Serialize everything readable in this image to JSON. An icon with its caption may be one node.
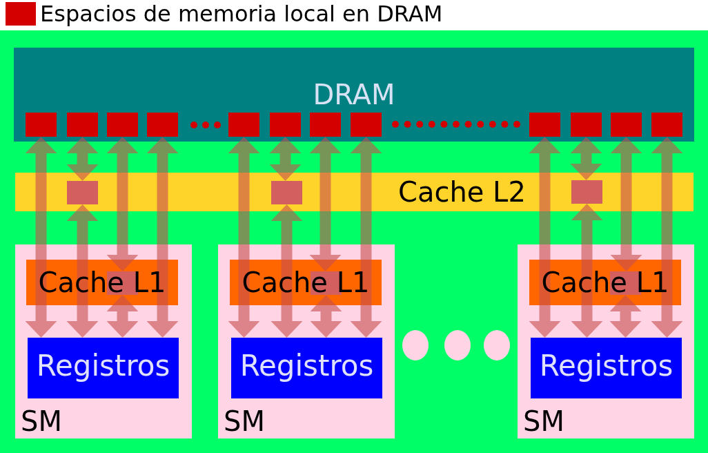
{
  "diagram": {
    "nodes": [
      {
        "text": [
          "DRAM"
        ]
      },
      {
        "text": [],
        "shape": "box",
        "in": 0
      },
      {
        "text": [],
        "shape": "box",
        "in": 0
      },
      {
        "text": [],
        "shape": "box",
        "in": 0
      },
      {
        "text": [],
        "shape": "box",
        "in": 0
      },
      {
        "text": [],
        "shape": "box",
        "in": 0
      },
      {
        "text": [],
        "shape": "box",
        "in": 0
      },
      {
        "text": [],
        "shape": "box",
        "in": 0
      },
      {
        "text": [],
        "shape": "box",
        "in": 0
      },
      {
        "text": [],
        "shape": "box",
        "in": 0
      },
      {
        "text": [],
        "shape": "box",
        "in": 0
      },
      {
        "text": [],
        "shape": "box",
        "in": 0
      },
      {
        "text": [],
        "shape": "box",
        "in": 0
      },
      {
        "text": [
          "Cache L2"
        ]
      },
      {
        "text": [],
        "shape": "box",
        "in": 13
      },
      {
        "text": [],
        "shape": "box",
        "in": 13
      },
      {
        "text": [],
        "shape": "box",
        "in": 13
      },
      {
        "text": [
          "SM"
        ]
      },
      {
        "text": [
          "Cache L1"
        ],
        "in": 17
      },
      {
        "text": [],
        "shape": "box",
        "in": 18
      },
      {
        "text": [
          "Registros"
        ],
        "in": 17
      },
      {
        "text": [
          "SM"
        ]
      },
      {
        "text": [
          "Cache L1"
        ],
        "in": 21
      },
      {
        "text": [],
        "shape": "box",
        "in": 22
      },
      {
        "text": [
          "Registros"
        ],
        "in": 21
      },
      {
        "text": [
          "SM"
        ]
      },
      {
        "text": [
          "Cache L1"
        ],
        "in": 25
      },
      {
        "text": [],
        "shape": "box",
        "in": 26
      },
      {
        "text": [
          "Registros"
        ],
        "in": 25
      }
    ],
    "edges": [
      {
        "from": 1,
        "to": 20,
        "arrow": "both"
      },
      {
        "from": 2,
        "to": 14,
        "arrow": "both"
      },
      {
        "from": 14,
        "to": 20,
        "arrow": "both"
      },
      {
        "from": 3,
        "to": 19,
        "arrow": "both"
      },
      {
        "from": 19,
        "to": 20,
        "arrow": "both"
      },
      {
        "from": 4,
        "to": 20,
        "arrow": "both"
      },
      {
        "from": 5,
        "to": 24,
        "arrow": "both"
      },
      {
        "from": 6,
        "to": 15,
        "arrow": "both"
      },
      {
        "from": 15,
        "to": 24,
        "arrow": "both"
      },
      {
        "from": 7,
        "to": 23,
        "arrow": "both"
      },
      {
        "from": 23,
        "to": 24,
        "arrow": "both"
      },
      {
        "from": 8,
        "to": 24,
        "arrow": "both"
      },
      {
        "from": 9,
        "to": 28,
        "arrow": "both"
      },
      {
        "from": 10,
        "to": 16,
        "arrow": "both"
      },
      {
        "from": 16,
        "to": 28,
        "arrow": "both"
      },
      {
        "from": 11,
        "to": 27,
        "arrow": "both"
      },
      {
        "from": 27,
        "to": 28,
        "arrow": "both"
      },
      {
        "from": 12,
        "to": 28,
        "arrow": "both"
      }
    ],
    "legend": [
      {
        "text": "Espacios de memoria local en DRAM",
        "color": "#d40000"
      }
    ]
  }
}
